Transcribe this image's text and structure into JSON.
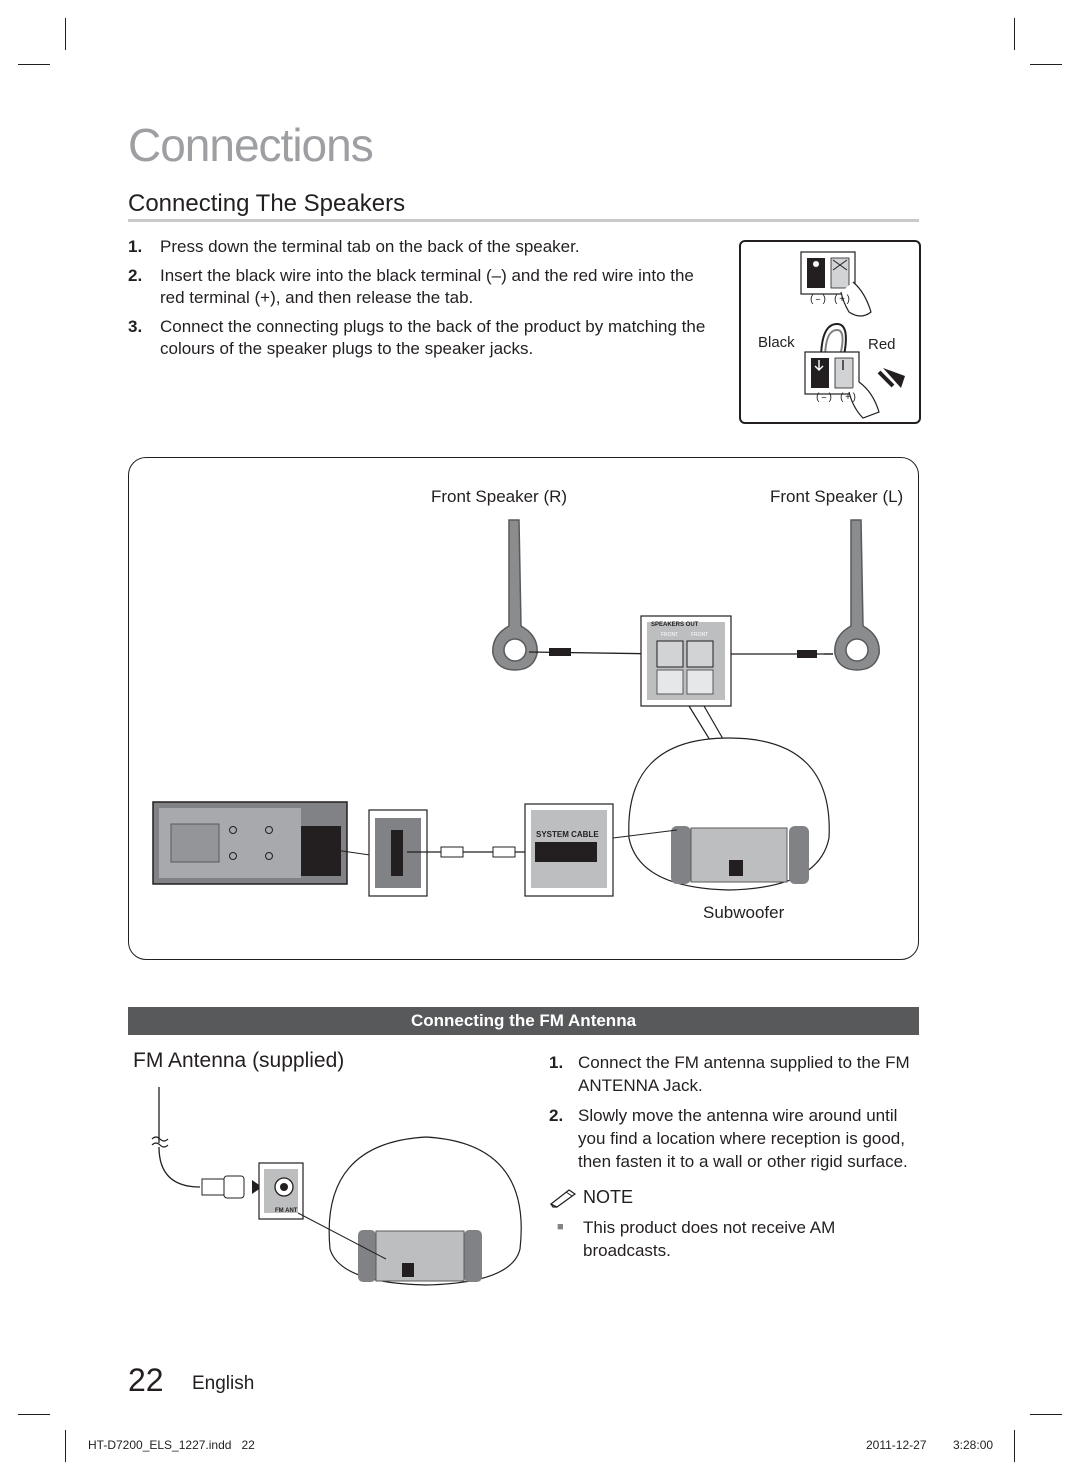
{
  "chapter_title": "Connections",
  "section_title": "Connecting The Speakers",
  "speaker_steps": [
    {
      "num": "1.",
      "text": "Press down the terminal tab on the back of the speaker."
    },
    {
      "num": "2.",
      "text": "Insert the black wire into the black terminal (–) and the red wire into the red terminal (+), and then release the tab."
    },
    {
      "num": "3.",
      "text": "Connect the connecting plugs to the back of the product by matching the colours of the speaker plugs to the speaker jacks."
    }
  ],
  "terminal_figure": {
    "polarity_top": "(–) (+)",
    "polarity_bottom": "(–) (+)",
    "black_label": "Black",
    "red_label": "Red"
  },
  "connection_diagram": {
    "front_right_label": "Front Speaker (R)",
    "front_left_label": "Front Speaker (L)",
    "speakers_out_label": "SPEAKERS OUT",
    "front_r_jack_label": "FRONT",
    "front_l_jack_label": "FRONT",
    "system_cable_label": "SYSTEM CABLE",
    "subwoofer_label": "Subwoofer"
  },
  "fm_section": {
    "bar_title": "Connecting the FM Antenna",
    "figure_title": "FM Antenna (supplied)",
    "fm_ant_label": "FM ANT",
    "steps": [
      {
        "num": "1.",
        "text": "Connect the FM antenna supplied to the FM ANTENNA Jack."
      },
      {
        "num": "2.",
        "text": "Slowly move the antenna wire around until you find a location where reception is good, then fasten it to a wall or other rigid surface."
      }
    ],
    "note_heading": "NOTE",
    "note_bullet": "■",
    "note_text": "This product does not receive AM broadcasts."
  },
  "footer": {
    "page_number": "22",
    "language": "English",
    "file": "HT-D7200_ELS_1227.indd   22",
    "date": "2011-12-27",
    "time": "3:28:00"
  }
}
